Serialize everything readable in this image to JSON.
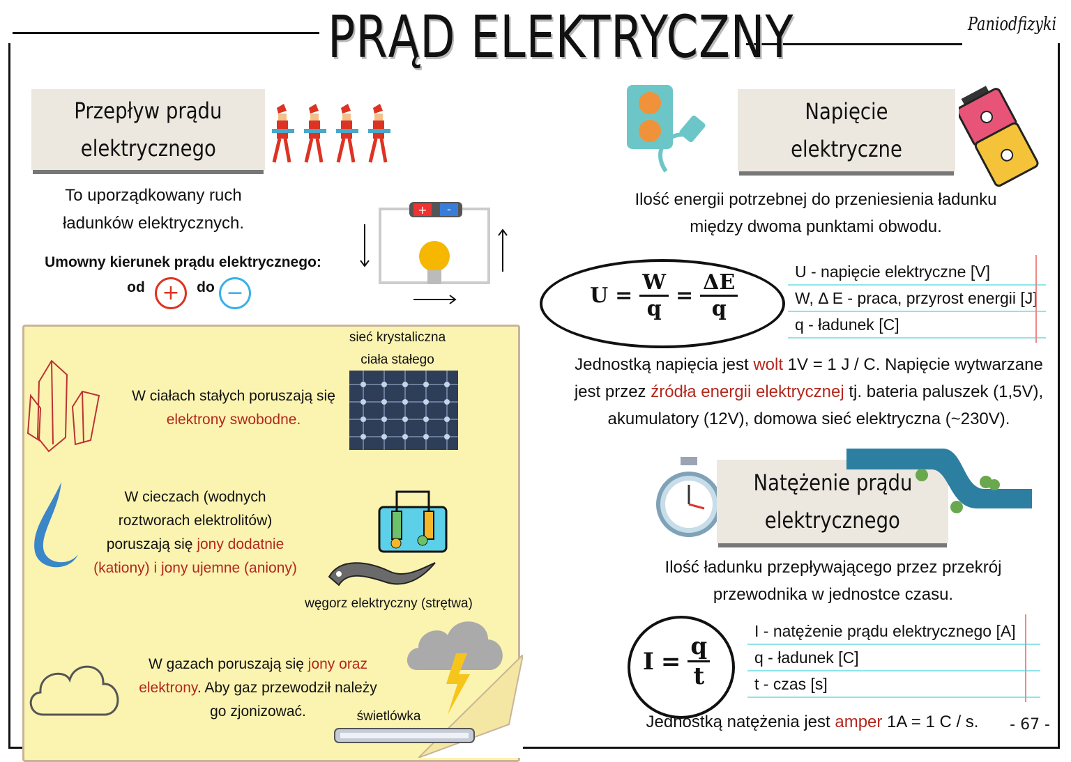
{
  "title": "PRĄD ELEKTRYCZNY",
  "brand": "Paniodfizyki",
  "page_number": "- 67 -",
  "flow": {
    "heading_line1": "Przepływ prądu",
    "heading_line2": "elektrycznego",
    "def_line1": "To uporządkowany ruch",
    "def_line2": "ładunków elektrycznych.",
    "direction_label": "Umowny kierunek prądu elektrycznego:",
    "from": "od",
    "to": "do",
    "plus_symbol": "+",
    "minus_symbol": "−"
  },
  "media": {
    "crystal_caption_line1": "sieć krystaliczna",
    "crystal_caption_line2": "ciała stałego",
    "solids_line1": "W ciałach stałych poruszają się",
    "solids_line2": "elektrony swobodne.",
    "liquids_line1": "W cieczach (wodnych",
    "liquids_line2": "roztworach elektrolitów)",
    "liquids_line3_a": "poruszają się ",
    "liquids_line3_b": "jony dodatnie",
    "liquids_line4": "(kationy) i jony ujemne (aniony)",
    "eel_caption": "węgorz elektryczny (strętwa)",
    "gases_line1_a": "W gazach poruszają się ",
    "gases_line1_b": "jony oraz",
    "gases_line2_a": "elektrony",
    "gases_line2_b": ". Aby gaz przewodził należy",
    "gases_line3": "go zjonizować.",
    "lamp_caption": "świetlówka"
  },
  "voltage": {
    "heading": "Napięcie elektryczne",
    "def_line1": "Ilość energii potrzebnej do przeniesienia ładunku",
    "def_line2": "między dwoma punktami obwodu.",
    "formula_lhs": "U",
    "formula_eq": "=",
    "formula_num1": "W",
    "formula_den1": "q",
    "formula_num2": "ΔE",
    "formula_den2": "q",
    "legend": [
      "U - napięcie elektryczne [V]",
      "W, Δ E - praca, przyrost energii [J]",
      "q - ładunek [C]"
    ],
    "unit_line1_a": "Jednostką napięcia jest ",
    "unit_line1_b": "wolt",
    "unit_line1_c": "  1V = 1 J / C. Napięcie wytwarzane",
    "unit_line2_a": "jest przez ",
    "unit_line2_b": "źródła energii elektrycznej",
    "unit_line2_c": " tj. bateria paluszek (1,5V),",
    "unit_line3": "akumulatory (12V), domowa sieć elektryczna (~230V)."
  },
  "current": {
    "heading_line1": "Natężenie prądu",
    "heading_line2": "elektrycznego",
    "def_line1": "Ilość ładunku przepływającego przez przekrój",
    "def_line2": "przewodnika w jednostce czasu.",
    "formula_lhs": "I",
    "formula_eq": "=",
    "formula_num": "q",
    "formula_den": "t",
    "legend": [
      "I - natężenie prądu elektrycznego [A]",
      "q - ładunek [C]",
      "t - czas [s]"
    ],
    "unit_a": "Jednostką natężenia jest ",
    "unit_b": "amper",
    "unit_c": "  1A = 1 C / s."
  }
}
